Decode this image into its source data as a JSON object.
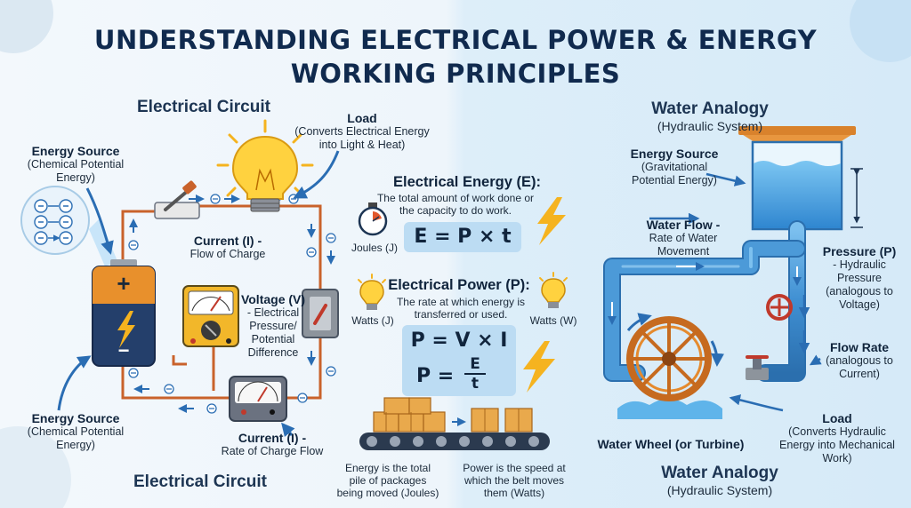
{
  "title": {
    "line1": "UNDERSTANDING ELECTRICAL POWER & ENERGY",
    "line2": "WORKING PRINCIPLES"
  },
  "left": {
    "heading_top": "Electrical Circuit",
    "heading_bottom": "Electrical Circuit",
    "load": {
      "title": "Load",
      "desc": "(Converts Electrical Energy into Light & Heat)"
    },
    "energy_source_top": {
      "title": "Energy Source",
      "desc": "(Chemical Potential Energy)"
    },
    "energy_source_bottom": {
      "title": "Energy Source",
      "desc": "(Chemical Potential Energy)"
    },
    "current_top": {
      "title": "Current (I) -",
      "desc": "Flow of Charge"
    },
    "voltage": {
      "title": "Voltage (V)",
      "desc": "- Electrical Pressure/ Potential Difference"
    },
    "current_bottom": {
      "title": "Current (I) -",
      "desc": "Rate of Charge Flow"
    },
    "battery_plus": "+",
    "battery_minus": "−",
    "electron_symbol": "⊖"
  },
  "center": {
    "energy": {
      "heading": "Electrical Energy (E):",
      "desc": "The total amount of work done or the capacity to do work.",
      "unit": "Joules (J)",
      "formula": "E = P × t"
    },
    "power": {
      "heading": "Electrical Power (P):",
      "desc": "The rate at which energy is transferred or used.",
      "unit_left": "Watts (J)",
      "unit_right": "Watts (W)",
      "formula1": "P = V × I",
      "formula2_lhs": "P =",
      "formula2_num": "E",
      "formula2_den": "t"
    },
    "belt_left": "Energy is the total pile of packages being moved (Joules)",
    "belt_right": "Power is the speed at which the belt moves them (Watts)"
  },
  "right": {
    "heading_top": "Water Analogy",
    "sub_top": "(Hydraulic System)",
    "heading_bottom": "Water Analogy",
    "sub_bottom": "(Hydraulic System)",
    "energy_source": {
      "title": "Energy Source",
      "desc": "(Gravitational Potential Energy)"
    },
    "water_flow": {
      "title": "Water Flow -",
      "desc": "Rate of Water Movement"
    },
    "pressure": {
      "title": "Pressure (P)",
      "desc": "- Hydraulic Pressure (analogous to Voltage)"
    },
    "flow_rate": {
      "title": "Flow Rate",
      "desc": "(analogous to Current)"
    },
    "load": {
      "title": "Load",
      "desc": "(Converts Hydraulic Energy into Mechanical Work)"
    },
    "wheel": "Water Wheel (or Turbine)"
  },
  "colors": {
    "wire": "#c9622b",
    "pipe": "#3f8fd2",
    "battery_top": "#e8902c",
    "battery_bottom": "#243f6b",
    "bulb": "#ffd23f",
    "arrow": "#2a6db3",
    "bolt": "#f5b31f",
    "box": "#e9a94c"
  }
}
